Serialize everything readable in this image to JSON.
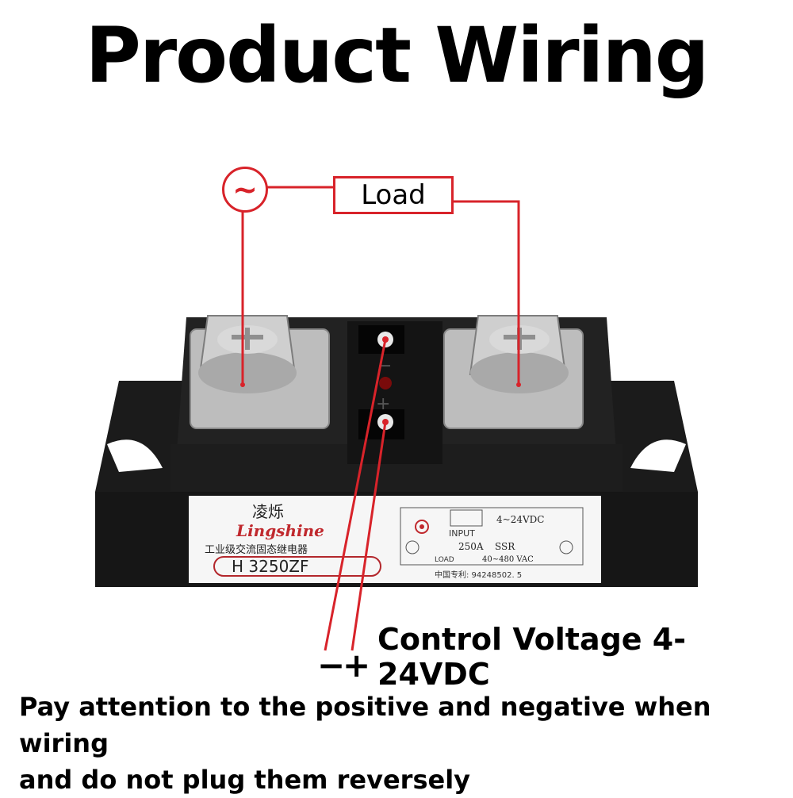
{
  "title": "Product Wiring",
  "load_label": "Load",
  "ac_symbol": "~",
  "control_voltage": "Control Voltage 4-24VDC",
  "minus_symbol": "−",
  "plus_symbol": "+",
  "note_line1": "Pay attention to the positive and negative when wiring",
  "note_line2": "and do not plug them reversely",
  "device": {
    "brand_cn": "凌烁",
    "brand": "Lingshine",
    "subtitle_cn": "工业级交流固态继电器",
    "model": "H  3250ZF",
    "input_label": "INPUT",
    "input_voltage": "4~24VDC",
    "current": "250A",
    "type": "SSR",
    "load_label": "LOAD",
    "load_voltage": "40~480 VAC",
    "patent": "中国专利: 94248502. 5",
    "terminal_minus": "−",
    "terminal_plus": "+"
  },
  "colors": {
    "wire": "#d8232a",
    "body": "#1a1a1a",
    "metal": "#c9c9c9"
  }
}
